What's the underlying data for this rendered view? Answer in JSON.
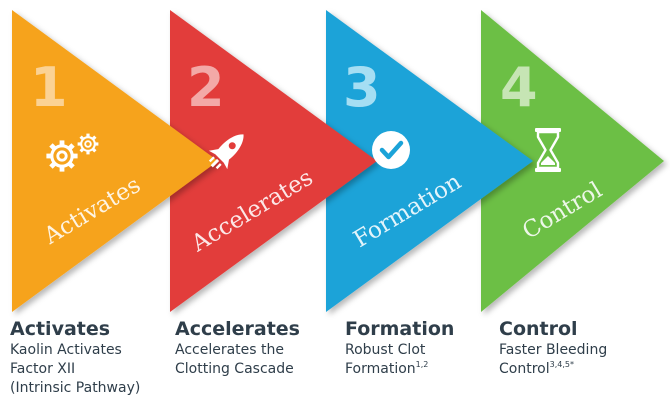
{
  "steps": [
    {
      "number": "1",
      "arrow_label": "Activates",
      "icon": "gears-icon",
      "color": "#F6A31F",
      "number_color": "#FBD294",
      "caption_title": "Activates",
      "caption_lines": [
        "Kaolin Activates",
        "Factor XII",
        "(Intrinsic Pathway)"
      ],
      "caption_sup": ""
    },
    {
      "number": "2",
      "arrow_label": "Accelerates",
      "icon": "rocket-icon",
      "color": "#E23C3A",
      "number_color": "#F3A9A7",
      "caption_title": "Accelerates",
      "caption_lines": [
        "Accelerates the",
        "Clotting Cascade"
      ],
      "caption_sup": ""
    },
    {
      "number": "3",
      "arrow_label": "Formation",
      "icon": "checkmark-circle-icon",
      "color": "#1BA3D8",
      "number_color": "#A5DEF3",
      "caption_title": "Formation",
      "caption_lines": [
        "Robust Clot",
        "Formation"
      ],
      "caption_sup": "1,2"
    },
    {
      "number": "4",
      "arrow_label": "Control",
      "icon": "hourglass-icon",
      "color": "#6CBF44",
      "number_color": "#C6E5B4",
      "caption_title": "Control",
      "caption_lines": [
        "Faster Bleeding",
        "Control"
      ],
      "caption_sup": "3,4,5*"
    }
  ]
}
